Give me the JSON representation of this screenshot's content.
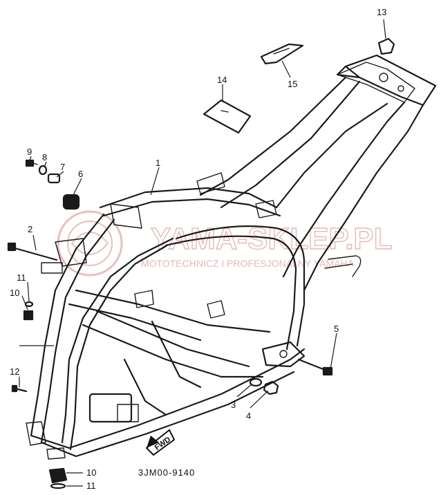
{
  "diagram": {
    "code": "3JM00-9140",
    "fwd_label": "FWD",
    "callouts": [
      {
        "id": "1",
        "label": "1"
      },
      {
        "id": "2",
        "label": "2"
      },
      {
        "id": "3",
        "label": "3"
      },
      {
        "id": "4",
        "label": "4"
      },
      {
        "id": "5",
        "label": "5"
      },
      {
        "id": "6",
        "label": "6"
      },
      {
        "id": "7",
        "label": "7"
      },
      {
        "id": "8",
        "label": "8"
      },
      {
        "id": "9",
        "label": "9"
      },
      {
        "id": "10a",
        "label": "10"
      },
      {
        "id": "10b",
        "label": "10"
      },
      {
        "id": "11a",
        "label": "11"
      },
      {
        "id": "11b",
        "label": "11"
      },
      {
        "id": "12",
        "label": "12"
      },
      {
        "id": "13",
        "label": "13"
      },
      {
        "id": "14",
        "label": "14"
      },
      {
        "id": "15",
        "label": "15"
      }
    ]
  },
  "watermark": {
    "brand": "YAMA-SKLEP.PL",
    "tagline": "MOTOTECHNICZ I PROFESJONALNY YAMAHA",
    "color": "#e7b7b7"
  }
}
